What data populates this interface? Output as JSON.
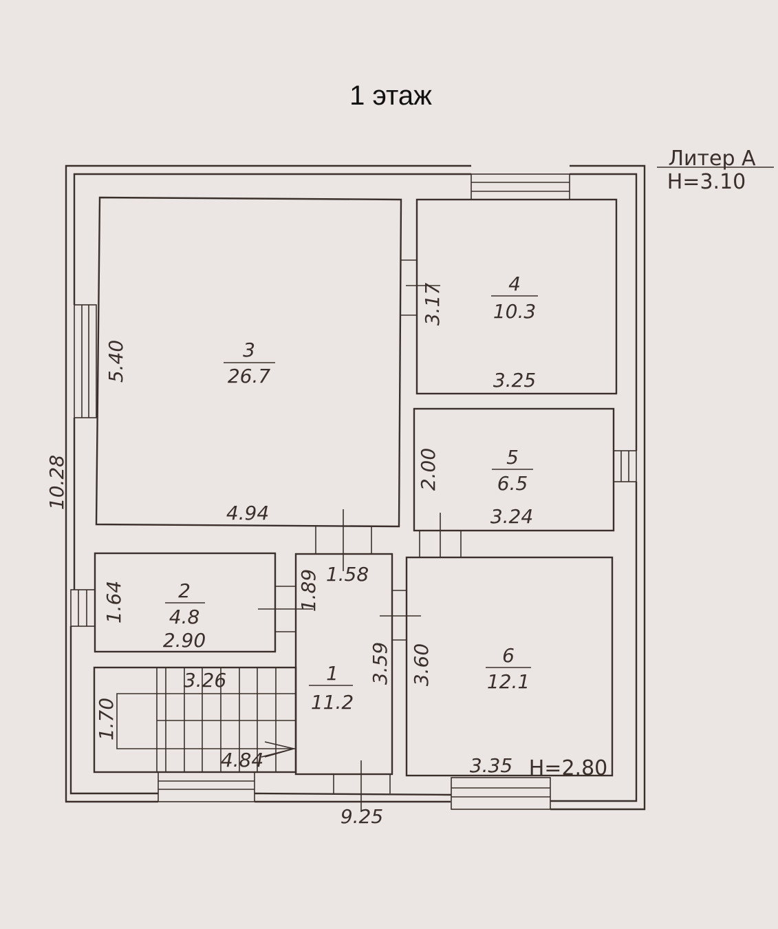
{
  "title": "1 этаж",
  "building": {
    "liter": "Литер А",
    "height": "H=3.10"
  },
  "rooms": [
    {
      "number": "1",
      "area": "11.2"
    },
    {
      "number": "2",
      "area": "4.8"
    },
    {
      "number": "3",
      "area": "26.7"
    },
    {
      "number": "4",
      "area": "10.3"
    },
    {
      "number": "5",
      "area": "6.5"
    },
    {
      "number": "6",
      "area": "12.1"
    }
  ],
  "dimensions": {
    "room3_width": "4.94",
    "room3_height": "5.40",
    "room4_width": "3.25",
    "room4_height": "3.17",
    "room5_width": "3.24",
    "room5_height": "2.00",
    "room6_width": "3.35",
    "room6_height": "3.60",
    "room2_width": "2.90",
    "room2_height": "1.64",
    "room1_width": "1.58",
    "room1_height": "3.59",
    "corridor_height": "1.89",
    "stair_top": "3.26",
    "stair_bottom": "4.84",
    "stair_height": "1.70",
    "total_width": "9.25",
    "total_height": "10.28"
  },
  "room6_ceiling": "H=2.80"
}
